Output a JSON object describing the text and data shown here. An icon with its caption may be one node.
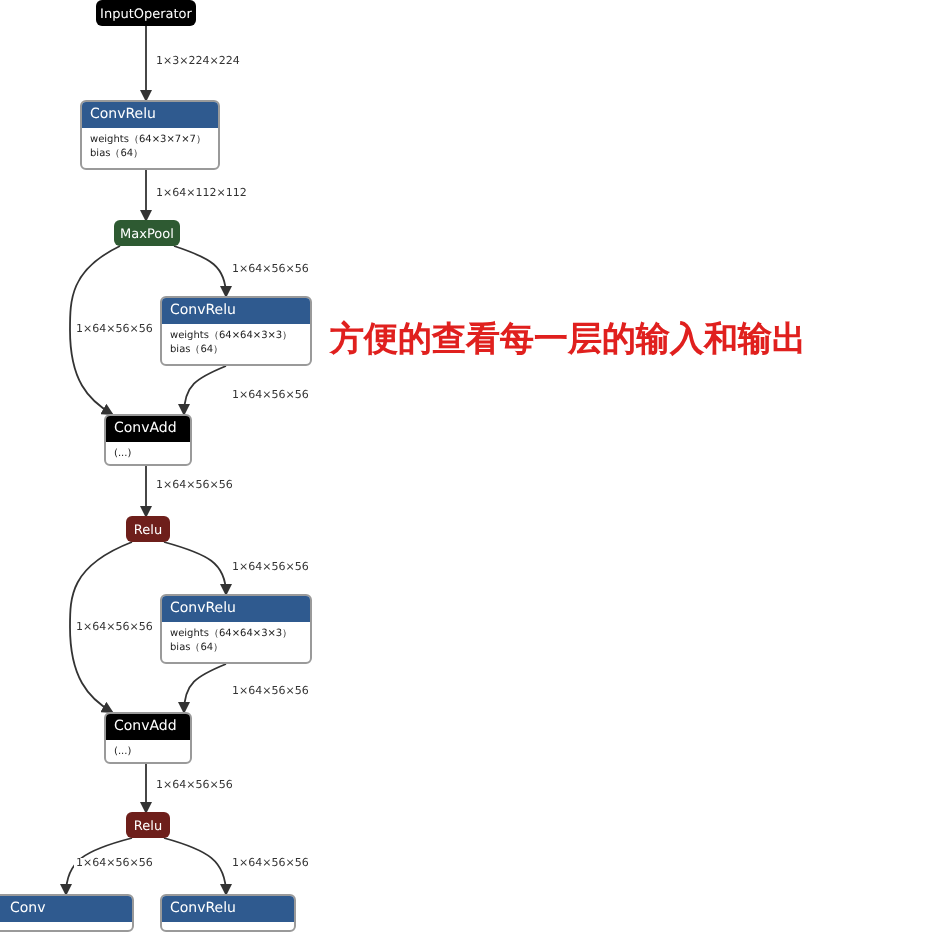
{
  "diagram": {
    "nodes": [
      {
        "text": [
          "InputOperator"
        ]
      },
      {
        "text": [
          "ConvRelu",
          "weights（64×3×7×7）",
          "bias（64）"
        ]
      },
      {
        "text": [
          "MaxPool"
        ]
      },
      {
        "text": [
          "ConvRelu",
          "weights（64×64×3×3）",
          "bias（64）"
        ]
      },
      {
        "text": [
          "ConvAdd",
          "(...)"
        ]
      },
      {
        "text": [
          "Relu"
        ]
      },
      {
        "text": [
          "ConvRelu",
          "weights（64×64×3×3）",
          "bias（64）"
        ]
      },
      {
        "text": [
          "ConvAdd",
          "(...)"
        ]
      },
      {
        "text": [
          "Relu"
        ]
      },
      {
        "text": [
          "Conv"
        ]
      },
      {
        "text": [
          "ConvRelu"
        ]
      }
    ],
    "edges": [
      {
        "from": 0,
        "to": 1,
        "arrow": "to",
        "label": "1×3×224×224"
      },
      {
        "from": 1,
        "to": 2,
        "arrow": "to",
        "label": "1×64×112×112"
      },
      {
        "from": 2,
        "to": 4,
        "arrow": "to",
        "label": "1×64×56×56"
      },
      {
        "from": 2,
        "to": 3,
        "arrow": "to",
        "label": "1×64×56×56"
      },
      {
        "from": 3,
        "to": 4,
        "arrow": "to",
        "label": "1×64×56×56"
      },
      {
        "from": 4,
        "to": 5,
        "arrow": "to",
        "label": "1×64×56×56"
      },
      {
        "from": 5,
        "to": 7,
        "arrow": "to",
        "label": "1×64×56×56"
      },
      {
        "from": 5,
        "to": 6,
        "arrow": "to",
        "label": "1×64×56×56"
      },
      {
        "from": 6,
        "to": 7,
        "arrow": "to",
        "label": "1×64×56×56"
      },
      {
        "from": 7,
        "to": 8,
        "arrow": "to",
        "label": "1×64×56×56"
      },
      {
        "from": 8,
        "to": 9,
        "arrow": "to",
        "label": "1×64×56×56"
      },
      {
        "from": 8,
        "to": 10,
        "arrow": "to",
        "label": "1×64×56×56"
      }
    ],
    "labels": [
      "方便的查看每一层的输入和输出"
    ]
  }
}
